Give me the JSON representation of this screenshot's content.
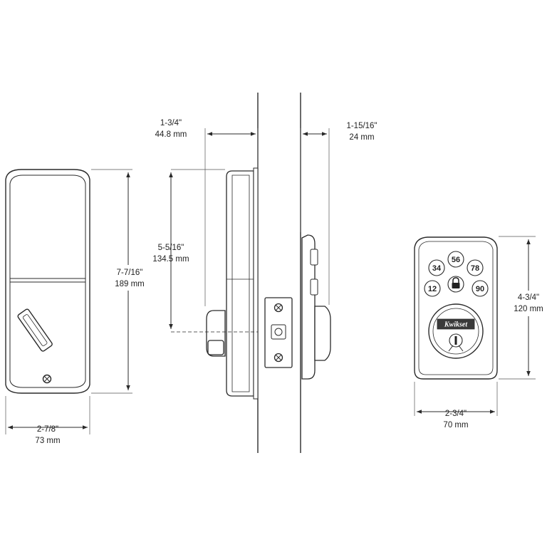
{
  "dimensions": {
    "rear_width": {
      "fraction": "2-7/8\"",
      "metric": "73 mm"
    },
    "rear_height": {
      "fraction": "7-7/16\"",
      "metric": "189 mm"
    },
    "backset": {
      "fraction": "5-5/16\"",
      "metric": "134.5 mm"
    },
    "interior_depth": {
      "fraction": "1-3/4\"",
      "metric": "44.8 mm"
    },
    "exterior_depth": {
      "fraction": "1-15/16\"",
      "metric": "24 mm"
    },
    "front_height": {
      "fraction": "4-3/4\"",
      "metric": "120 mm"
    },
    "front_width": {
      "fraction": "2-3/4\"",
      "metric": "70 mm"
    }
  },
  "keypad": {
    "keys": [
      "56",
      "34",
      "78",
      "12",
      "90"
    ]
  },
  "brand": "Kwikset",
  "colors": {
    "line": "#2a2a2a",
    "brand_plate": "#3a3a3a"
  }
}
